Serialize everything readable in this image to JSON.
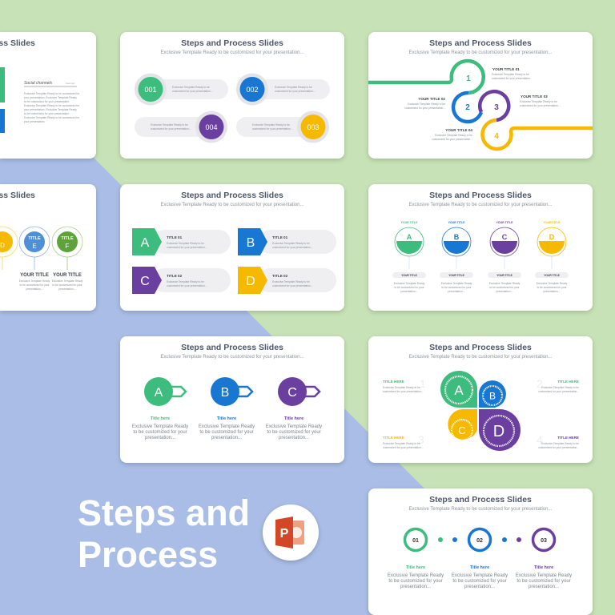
{
  "background": {
    "green": "#c7e2b6",
    "blue": "#a9bde6"
  },
  "colors": {
    "green": "#3dbd7d",
    "blue": "#1877d2",
    "purple": "#6b3fa0",
    "yellow": "#f7b900",
    "gray": "#efeff1",
    "title": "#4d5669"
  },
  "slide_title": "Steps and Process Slides",
  "slide_subtitle": "Exclusive Template Ready to be customized for your presentation...",
  "desc_l1": "Exclusive Template Ready to be",
  "desc_l2": "customized for your presentation...",
  "desc_s1": "Exclusive Template Ready",
  "desc_s2": "to be customized for your",
  "desc_s3": "presentation...",
  "card1": {
    "heading": "Social channels",
    "tag": "insert text",
    "paragraph": [
      "Exclusive Template Ready to be customized for",
      "your presentation. Exclusive Template Ready",
      "to be customized for your presentation.",
      "Exclusive Template Ready to be customized for",
      "your presentation. Exclusive Template Ready",
      "to be customized for your presentation.",
      "Exclusive Template Ready to be customized for",
      "your presentation."
    ]
  },
  "card2": {
    "steps": [
      "001",
      "002",
      "003",
      "004"
    ]
  },
  "card3": {
    "numbers": [
      "1",
      "2",
      "3",
      "4"
    ],
    "titles": [
      "YOUR TITLE 01",
      "YOUR TITLE 02",
      "YOUR TITLE 03",
      "YOUR TITLE 04"
    ]
  },
  "card4": {
    "circle_label": "TITLE",
    "letters": [
      "D",
      "E",
      "F"
    ],
    "item_title": "YOUR TITLE"
  },
  "card5": {
    "letters": [
      "A",
      "B",
      "C",
      "D"
    ],
    "titles": [
      "TITLE 01",
      "TITLE 01",
      "TITLE 02",
      "TITLE 02"
    ]
  },
  "card6": {
    "letters": [
      "A",
      "B",
      "C",
      "D"
    ],
    "item_title": "YOUR TITLE"
  },
  "card7": {
    "letters": [
      "A",
      "B",
      "C"
    ],
    "item_title": "Title here"
  },
  "card8": {
    "letters": [
      "A",
      "B",
      "C",
      "D"
    ],
    "item_title": "TITLE HERE",
    "numbers": [
      "1",
      "2",
      "3",
      "4"
    ]
  },
  "card9": {
    "steps": [
      "01",
      "02",
      "03"
    ],
    "item_title": "Title here"
  },
  "hero": {
    "line1": "Steps and",
    "line2": "Process"
  },
  "app_icon": {
    "name": "powerpoint-icon",
    "letter": "P",
    "color": "#d24726"
  }
}
